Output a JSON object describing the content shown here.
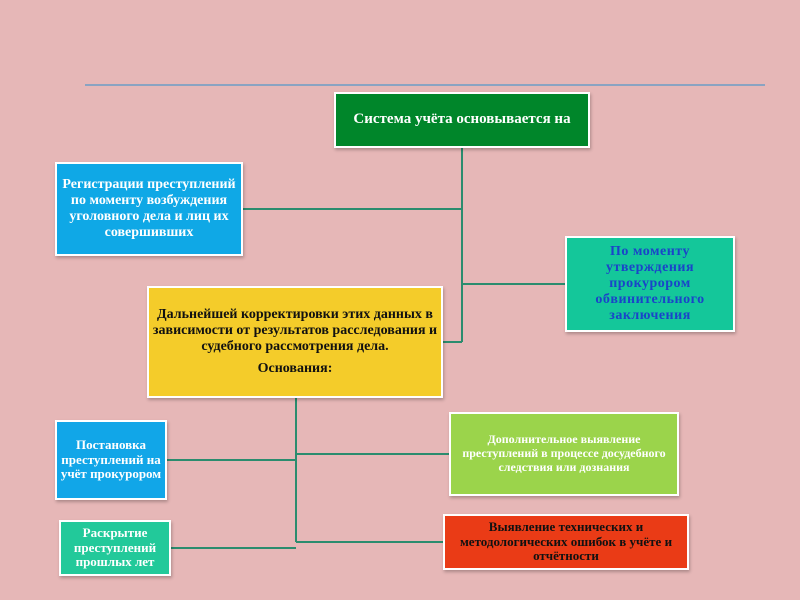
{
  "diagram": {
    "root": "Система учёта основывается на",
    "registration": "Регистрации преступлений по моменту возбуждения уголовного дела и лиц их совершивших",
    "approval": "По моменту утверждения прокурором обвинительного заключения",
    "correction": {
      "text": "Дальнейшей корректировки этих данных в зависимости от результатов расследования и судебного рассмотрения дела.",
      "grounds": "Основания:"
    },
    "prosecutor_registration": "Постановка преступлений на учёт прокурором",
    "additional_detection": "Дополнительное выявление преступлений в процессе досудебного следствия или дознания",
    "past_years": "Раскрытие преступлений прошлых лет",
    "errors_detection": "Выявление технических и методологических ошибок в учёте и отчётности"
  },
  "colors": {
    "background": "#e6b7b7",
    "root": "#00862a",
    "registration": "#0fa8e6",
    "approval": "#14c79a",
    "correction": "#f4cc2a",
    "prosecutor_registration": "#11a6e8",
    "additional_detection": "#9bd44b",
    "past_years": "#22c99a",
    "errors_detection": "#ea3b16",
    "connector": "#2b8c6e"
  }
}
